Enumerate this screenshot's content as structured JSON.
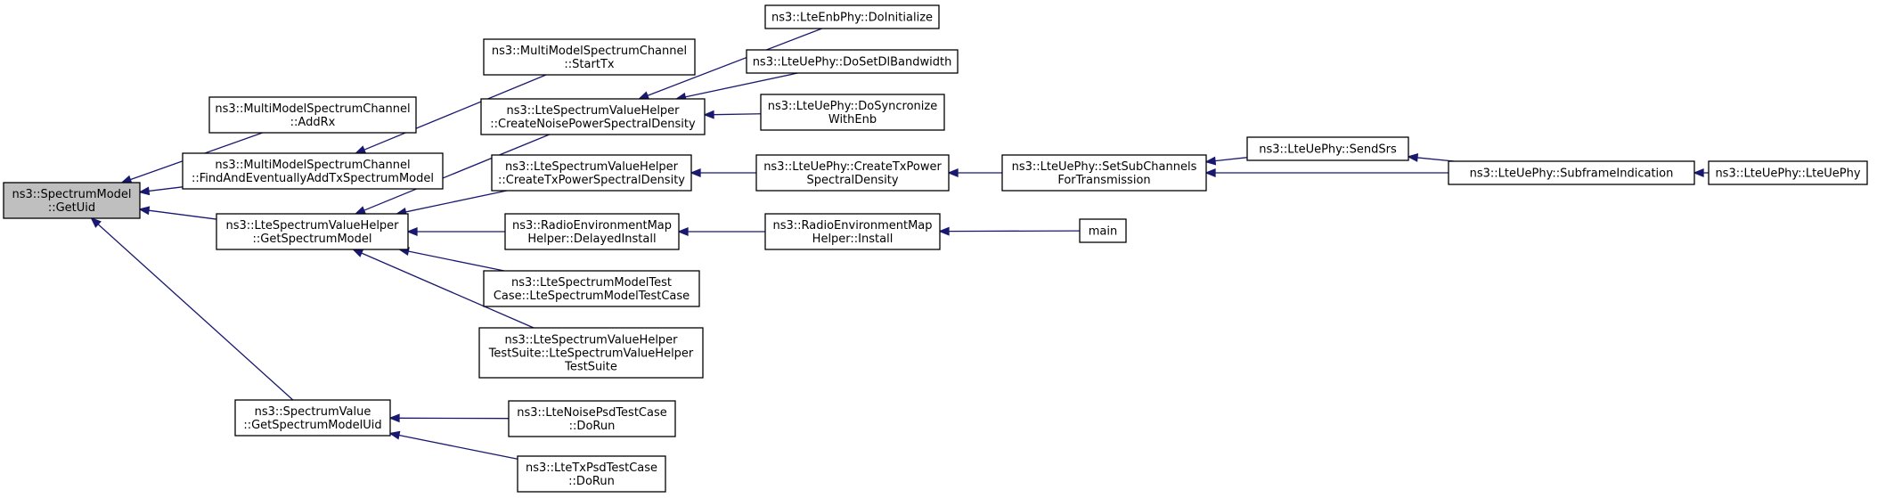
{
  "colors": {
    "edge": "#191970",
    "root_fill": "#bfbfbf",
    "node_fill": "#ffffff",
    "border": "#000000"
  },
  "nodes": {
    "getuid": [
      "ns3::SpectrumModel",
      "::GetUid"
    ],
    "addrx": [
      "ns3::MultiModelSpectrumChannel",
      "::AddRx"
    ],
    "findadd": [
      "ns3::MultiModelSpectrumChannel",
      "::FindAndEventuallyAddTxSpectrumModel"
    ],
    "lsvh_gsm": [
      "ns3::LteSpectrumValueHelper",
      "::GetSpectrumModel"
    ],
    "sv_gsmuid": [
      "ns3::SpectrumValue",
      "::GetSpectrumModelUid"
    ],
    "starttx": [
      "ns3::MultiModelSpectrumChannel",
      "::StartTx"
    ],
    "createnoise": [
      "ns3::LteSpectrumValueHelper",
      "::CreateNoisePowerSpectralDensity"
    ],
    "createtxpsd": [
      "ns3::LteSpectrumValueHelper",
      "::CreateTxPowerSpectralDensity"
    ],
    "remdelayed": [
      "ns3::RadioEnvironmentMap",
      "Helper::DelayedInstall"
    ],
    "lsmtestcase": [
      "ns3::LteSpectrumModelTest",
      "Case::LteSpectrumModelTestCase"
    ],
    "lsvhtestsuite": [
      "ns3::LteSpectrumValueHelper",
      "TestSuite::LteSpectrumValueHelper",
      "TestSuite"
    ],
    "noisepsddorun": [
      "ns3::LteNoisePsdTestCase",
      "::DoRun"
    ],
    "txpsddorun": [
      "ns3::LteTxPsdTestCase",
      "::DoRun"
    ],
    "enbdoinit": [
      "ns3::LteEnbPhy::DoInitialize"
    ],
    "uesetdlbw": [
      "ns3::LteUePhy::DoSetDlBandwidth"
    ],
    "uesync": [
      "ns3::LteUePhy::DoSyncronize",
      "WithEnb"
    ],
    "uecreatetx": [
      "ns3::LteUePhy::CreateTxPower",
      "SpectralDensity"
    ],
    "reminstall": [
      "ns3::RadioEnvironmentMap",
      "Helper::Install"
    ],
    "setsubch": [
      "ns3::LteUePhy::SetSubChannels",
      "ForTransmission"
    ],
    "main": [
      "main"
    ],
    "sendsrs": [
      "ns3::LteUePhy::SendSrs"
    ],
    "subframe": [
      "ns3::LteUePhy::SubframeIndication"
    ],
    "ctor": [
      "ns3::LteUePhy::LteUePhy"
    ]
  }
}
